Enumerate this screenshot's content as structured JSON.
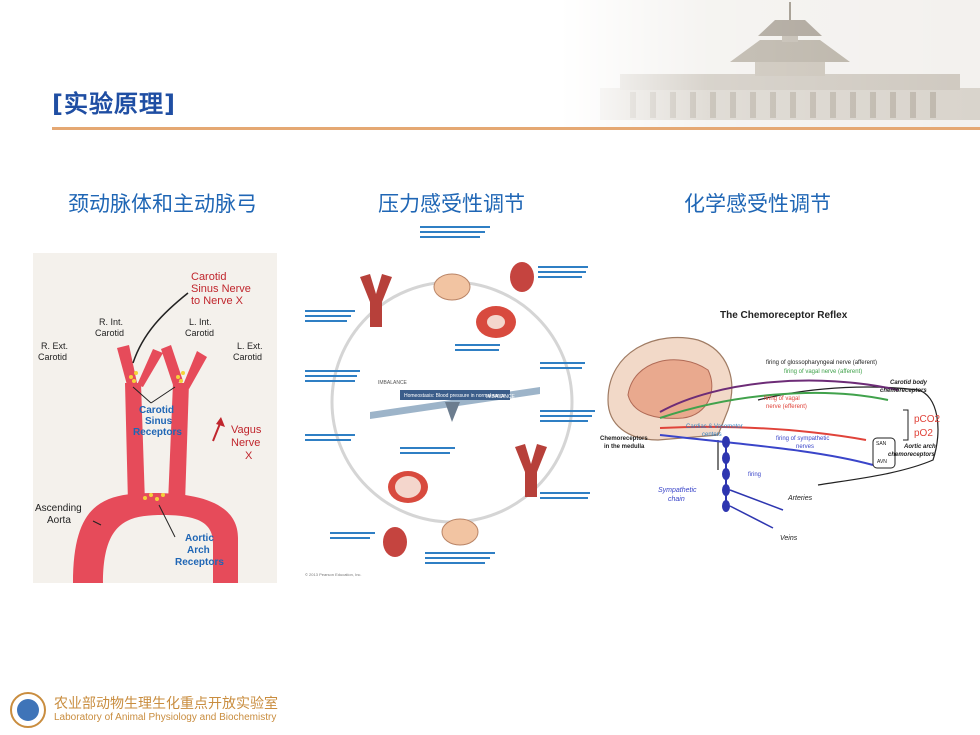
{
  "title": "[实验原理]",
  "columns": [
    {
      "heading": "颈动脉体和主动脉弓"
    },
    {
      "heading": "压力感受性调节"
    },
    {
      "heading": "化学感受性调节"
    }
  ],
  "anatomy": {
    "carotid_sinus_nerve": "Carotid Sinus Nerve to Nerve X",
    "r_int_carotid": "R. Int. Carotid",
    "l_int_carotid": "L. Int. Carotid",
    "r_ext_carotid": "R. Ext. Carotid",
    "l_ext_carotid": "L. Ext. Carotid",
    "carotid_sinus_receptors": "Carotid Sinus Receptors",
    "vagus_nerve": "Vagus Nerve X",
    "ascending_aorta": "Ascending Aorta",
    "aortic_arch_receptors": "Aortic Arch Receptors"
  },
  "baroreflex": {
    "homeostasis_label": "Homeostasis: Blood pressure in normal range",
    "imbalance": "IMBALANCE",
    "copyright": "© 2013 Pearson Education, Inc."
  },
  "chemoreflex": {
    "title": "The Chemoreceptor Reflex",
    "glossopharyngeal": "firing of glossopharyngeal nerve (afferent)",
    "vagal_afferent": "firing of vagal nerve (afferent)",
    "carotid_body": "Carotid body chemoreceptors",
    "vagal_efferent": "firing of vagal nerve (efferent)",
    "pco2": "pCO2",
    "po2": "pO2",
    "medulla": "Chemoreceptors in the medulla",
    "centers": "Cardiac & Vasomotor centers",
    "sympathetic_nerves": "firing of sympathetic nerves",
    "san": "SAN",
    "avn": "AVN",
    "aortic_arch": "Aortic arch chemoreceptors",
    "firing": "firing",
    "sympathetic_chain": "Sympathetic chain",
    "arteries": "Arteries",
    "veins": "Veins"
  },
  "footer": {
    "cn": "农业部动物生理生化重点开放实验室",
    "en": "Laboratory of Animal Physiology and Biochemistry"
  },
  "colors": {
    "title": "#1f4ea3",
    "heading": "#1f66b5",
    "rule": "#e5a873",
    "footer": "#c98d3f",
    "artery": "#e64b5a",
    "chemo_title": "#222222"
  }
}
